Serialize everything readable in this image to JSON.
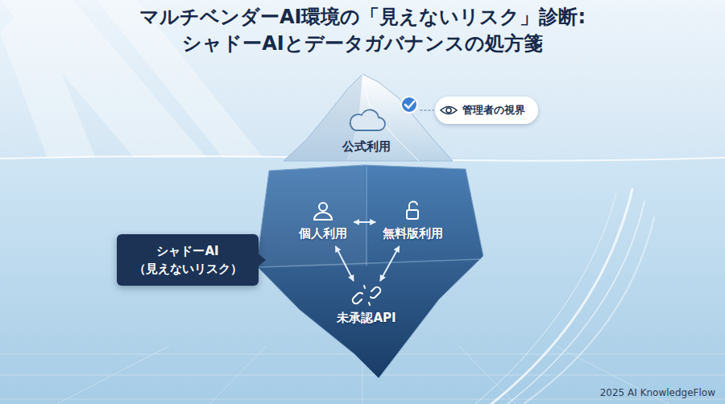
{
  "diagram": {
    "title": "マルチベンダーAI環境の「見えないリスク」診断: シャドーAIとデータガバナンスの処方箋",
    "nodes": [
      {
        "text": [
          "公式利用"
        ]
      },
      {
        "text": [
          "管理者の視界"
        ]
      },
      {
        "text": [
          "シャドーAI （見えないリスク）"
        ]
      },
      {
        "text": [
          "個人利用"
        ]
      },
      {
        "text": [
          "無料版利用"
        ]
      },
      {
        "text": [
          "未承認API"
        ]
      }
    ],
    "edges": [
      {
        "from": 0,
        "to": 1,
        "arrow": "none"
      },
      {
        "from": 3,
        "to": 4,
        "arrow": "both"
      },
      {
        "from": 3,
        "to": 5,
        "arrow": "both"
      },
      {
        "from": 4,
        "to": 5,
        "arrow": "both"
      }
    ],
    "labels": [
      "2025 AI KnowledgeFlow"
    ]
  }
}
